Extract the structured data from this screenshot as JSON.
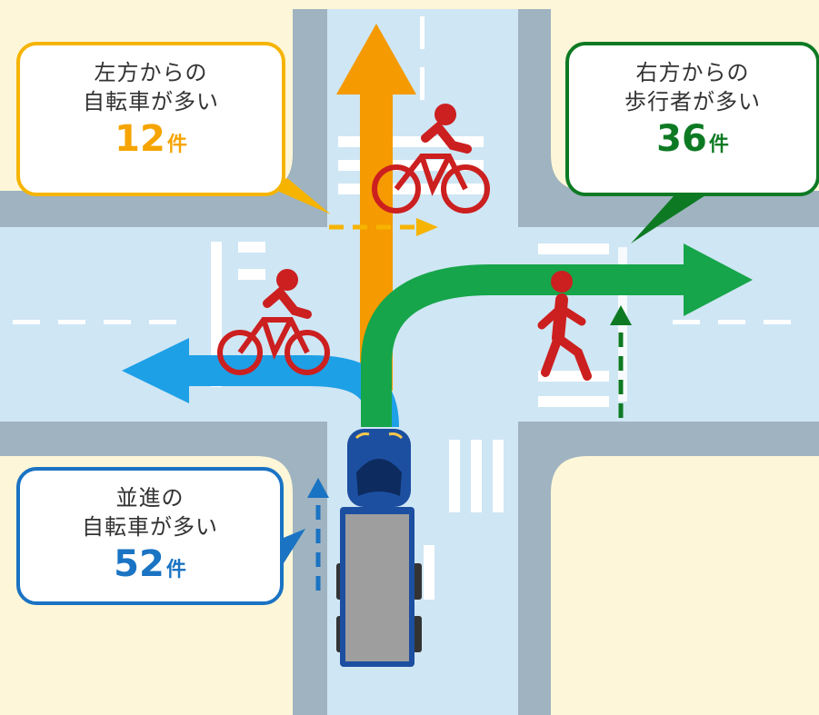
{
  "callouts": {
    "left": {
      "line1": "左方からの",
      "line2": "自転車が多い",
      "count": "12",
      "unit": "件",
      "color": "#f6b400"
    },
    "right": {
      "line1": "右方からの",
      "line2": "歩行者が多い",
      "count": "36",
      "unit": "件",
      "color": "#0d7a23"
    },
    "bottom": {
      "line1": "並進の",
      "line2": "自転車が多い",
      "count": "52",
      "unit": "件",
      "color": "#1a73c3"
    }
  },
  "colors": {
    "road": "#cfe6f4",
    "curb": "#9fb3c0",
    "background": "#fdf6d8",
    "straight_arrow": "#f59a00",
    "left_turn_arrow": "#1ea0e6",
    "right_turn_arrow": "#16a54a",
    "bicycle_icon": "#cc1f1f",
    "pedestrian_icon": "#cc1f1f",
    "truck_cab": "#1c4fa0",
    "truck_bed": "#9e9e9e"
  },
  "icons": [
    "bicycle-icon",
    "bicycle-icon",
    "pedestrian-icon",
    "truck-icon"
  ]
}
